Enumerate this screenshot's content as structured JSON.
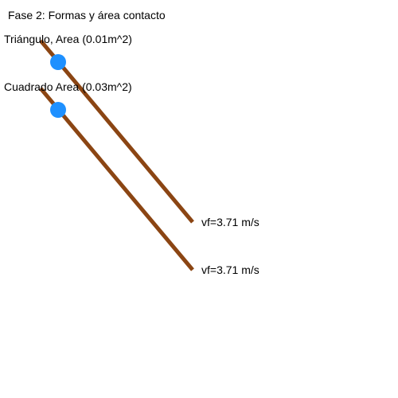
{
  "phase_title": "Fase 2: Formas y área contacto",
  "ramps": [
    {
      "label": "Triángulo, Area (0.01m^2)",
      "final_velocity": "vf=3.71 m/s"
    },
    {
      "label": "Cuadrado Area (0.03m^2)",
      "final_velocity": "vf=3.71 m/s"
    }
  ],
  "colors": {
    "ramp": "#8b4513",
    "ball": "#1e90ff",
    "background": "#ffffff",
    "text": "#000000"
  }
}
